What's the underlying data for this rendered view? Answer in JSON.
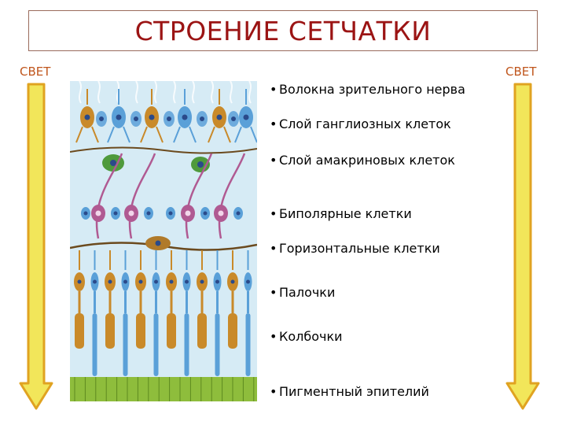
{
  "title": "СТРОЕНИЕ СЕТЧАТКИ",
  "light_label_left": "СВЕТ",
  "light_label_right": "СВЕТ",
  "layers": [
    "Волокна зрительного нерва",
    "Слой ганглиозных клеток",
    "Слой амакриновых клеток",
    "Биполярные клетки",
    "Горизонтальные клетки",
    "Палочки",
    "Колбочки",
    "Пигментный эпителий"
  ],
  "colors": {
    "title": "#9b1414",
    "light_label": "#c0561d",
    "arrow_fill": "#f2e65a",
    "arrow_stroke": "#e0a321",
    "retina_background": "#d6ebf5",
    "rod_and_cone_cells": "#c98a2a",
    "bipolar_cells": "#b05a92",
    "ganglion_cells_blue": "#5aa0d8",
    "amacrine_cells": "#4f9a3c",
    "pigment_epithelium": "#8ebd3c"
  }
}
